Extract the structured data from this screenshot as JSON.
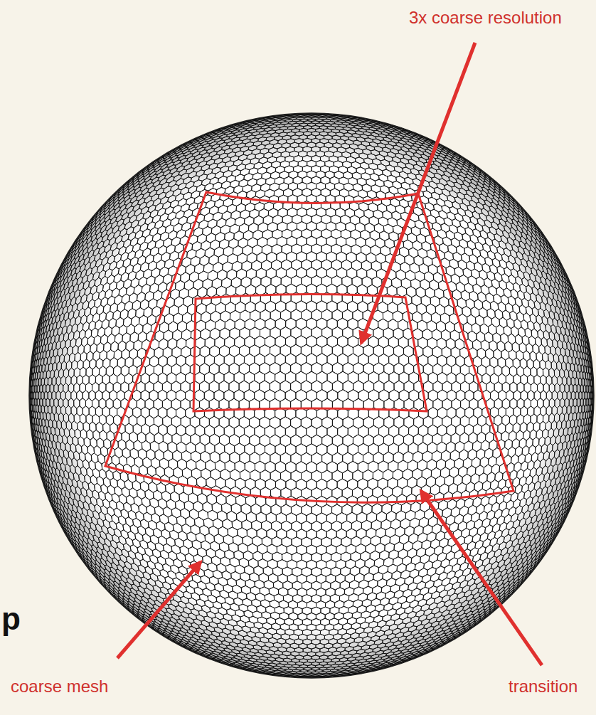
{
  "diagram": {
    "labels": [
      "3x coarse resolution",
      "coarse mesh",
      "transition",
      "p"
    ]
  }
}
